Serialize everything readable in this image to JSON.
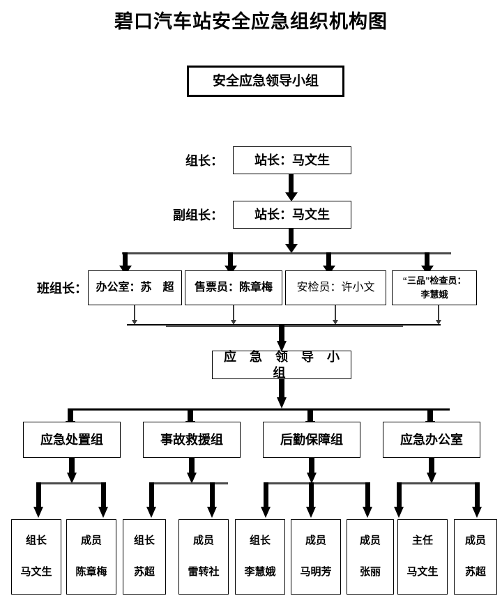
{
  "title": "碧口汽车站安全应急组织机构图",
  "top_box": {
    "label": "安全应急领导小组"
  },
  "leader_row": {
    "side_label": "组长：",
    "box": "站长：马文生"
  },
  "deputy_row": {
    "side_label": "副组长：",
    "box": "站长：马文生"
  },
  "team_row": {
    "side_label": "班组长：",
    "boxes": [
      {
        "label": "办公室：苏　超"
      },
      {
        "label": "售票员：陈章梅"
      },
      {
        "label": "安检员：许小文"
      },
      {
        "line1": "“三品”检查员：",
        "line2": "李慧娥"
      }
    ]
  },
  "emergency_group": {
    "label": "应 急 领 导 小 组"
  },
  "groups": [
    {
      "label": "应急处置组"
    },
    {
      "label": "事故救援组"
    },
    {
      "label": "后勤保障组"
    },
    {
      "label": "应急办公室"
    }
  ],
  "members": [
    {
      "role": "组长",
      "name": "马文生"
    },
    {
      "role": "成员",
      "name": "陈章梅"
    },
    {
      "role": "组长",
      "name": "苏超"
    },
    {
      "role": "成员",
      "name": "雷转社"
    },
    {
      "role": "组长",
      "name": "李慧娥"
    },
    {
      "role": "成员",
      "name": "马明芳"
    },
    {
      "role": "成员",
      "name": "张丽"
    },
    {
      "role": "主任",
      "name": "马文生"
    },
    {
      "role": "成员",
      "name": "苏超"
    }
  ],
  "colors": {
    "ink": "#000000",
    "connector": "#000000",
    "connector_light": "#4a4a4a",
    "page_background": "#ffffff"
  }
}
